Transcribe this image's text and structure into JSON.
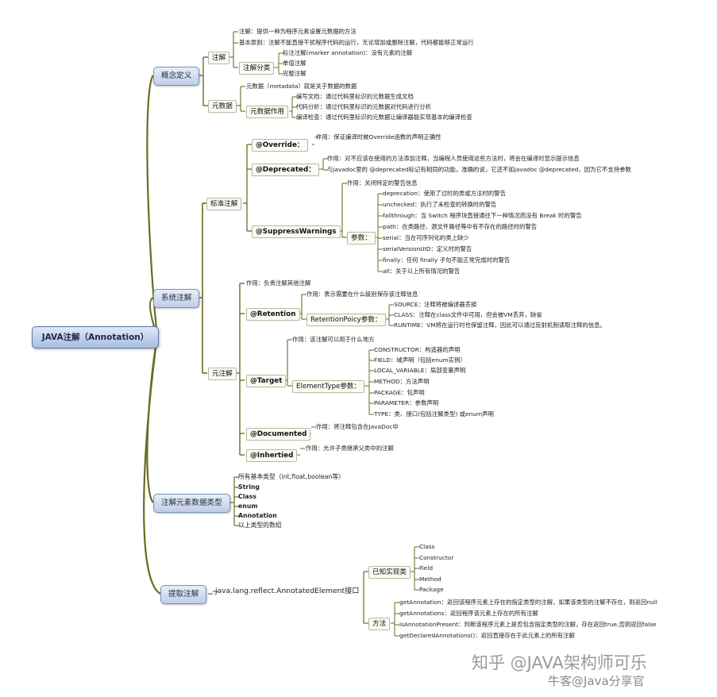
{
  "root": {
    "label": "JAVA注解（Annotation）"
  },
  "branches": {
    "concept": {
      "label": "概念定义",
      "annotation": {
        "label": "注解",
        "definition": "注解：提供一种为程序元素设置元数据的方法",
        "principle": "基本原则：注解不能直接干扰程序代码的运行，无论增加或删除注解，代码都能够正常运行",
        "category": {
          "label": "注解分类",
          "items": [
            "标注注解(marker annotation)：没有元素的注解",
            "单值注解",
            "完整注解"
          ]
        }
      },
      "metadata": {
        "label": "元数据",
        "definition": "元数据（metadata）就是关于数据的数据",
        "role": {
          "label": "元数据作用",
          "items": [
            "编写文档：通过代码里标识的元数据生成文档",
            "代码分析：通过代码里标识的元数据对代码进行分析",
            "编译检查：通过代码里标识的元数据让编译器能实现基本的编译检查"
          ]
        }
      }
    },
    "system": {
      "label": "系统注解",
      "standard": {
        "label": "标准注解",
        "override": {
          "label": "@Override：",
          "desc": "作用：保证编译时被Override函数的声明正确性"
        },
        "deprecated": {
          "label": "@Deprecated：",
          "desc1": "作用：对不应该在使用的方法添加注释，当编程人员使用这些方法时，将会在编译时显示提示信息",
          "desc2": "与javadoc里的 @deprecated标记有相同的功能，准确的说，它还不如javadoc @deprecated，因为它不支持参数"
        },
        "suppress": {
          "label": "@SuppressWarnings",
          "desc": "作用：关闭特定的警告信息",
          "params_label": "参数：",
          "params": [
            "deprecation：使用了过时的类或方法时的警告",
            "unchecked：执行了未检查的转换时的警告",
            "fallthrough：当 Switch 程序块直接通往下一种情况而没有 Break 时的警告",
            "path：在类路径、源文件路径等中有不存在的路径时的警告",
            "serial：当在可序列化的类上缺少",
            "serialVersionUID：定义时的警告",
            "finally：任何 finally 子句不能正常完成时的警告",
            "all：关于以上所有情况的警告"
          ]
        }
      },
      "meta": {
        "label": "元注解",
        "desc": "作用：负责注解其他注解",
        "retention": {
          "label": "@Retention",
          "desc": "作用：表示需要在什么级别保存该注释信息",
          "policy_label": "RetentionPoicy参数：",
          "policies": [
            "SOURCE：注释将被编译器丢掉",
            "CLASS：注释在class文件中可用，但会被VM丢弃，缺省",
            "RUNTIME：VM将在运行时也保留注释，因此可以通过反射机制读取注释的信息。"
          ]
        },
        "target": {
          "label": "@Target",
          "desc": "作用：该注解可以用于什么地方",
          "type_label": "ElementType参数：",
          "types": [
            "CONSTRUCTOR：构造器的声明",
            "FIELD：域声明（包括enum实例）",
            "LOCAL_VARIABLE：局部变量声明",
            "METHOD：方法声明",
            "PACKAGE：包声明",
            "PARAMETER：参数声明",
            "TYPE：类、接口(包括注解类型) 或enum声明"
          ]
        },
        "documented": {
          "label": "@Documented",
          "desc": "作用：将注释包含在JavaDoc中"
        },
        "inherited": {
          "label": "@Inhertied",
          "desc": "作用：允许子类继承父类中的注解"
        }
      }
    },
    "datatypes": {
      "label": "注解元素数据类型",
      "items": [
        "所有基本类型（int,float,boolean等）",
        "String",
        "Class",
        "enum",
        "Annotation",
        "以上类型的数组"
      ]
    },
    "extract": {
      "label": "提取注解",
      "interface": "java.lang.reflect.AnnotatedElement接口",
      "impl": {
        "label": "已知实现类",
        "items": [
          "Class",
          "Constructor",
          "Field",
          "Method",
          "Package"
        ]
      },
      "methods": {
        "label": "方法",
        "items": [
          "getAnnotation：返回该程序元素上存在的指定类型的注解，如果该类型的注解不存在，则返回null",
          "getAnnotations：返回程序该元素上存在的所有注解",
          "isAnnotationPresent：判断该程序元素上是否包含指定类型的注解，存在返回true,否则返回false",
          "getDeclaredAnnotations()：返回直接存在于此元素上的所有注解"
        ]
      }
    }
  },
  "watermark": {
    "line1": "知乎 @JAVA架构师可乐",
    "line2": "牛客@Java分享官"
  },
  "colors": {
    "wire": "#6b6b24",
    "node_fill": "#c9d6ec",
    "node_border": "#7b93b9"
  }
}
